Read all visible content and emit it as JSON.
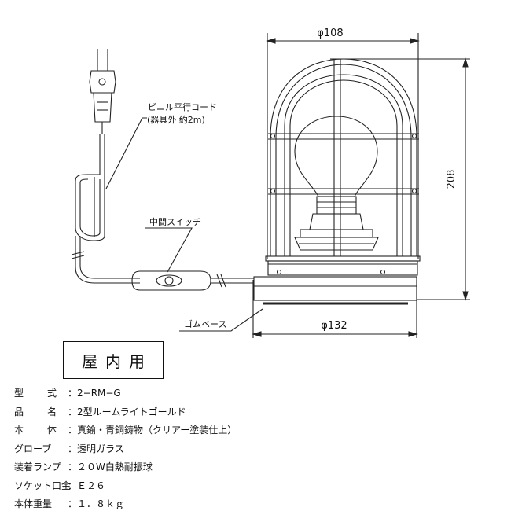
{
  "drawing": {
    "dia_top": "φ108",
    "dia_base": "φ132",
    "height": "208",
    "cord_label_1": "ビニル平行コード",
    "cord_label_2": "(器具外 約2m)",
    "switch_label": "中間スイッチ",
    "base_label": "ゴムベース"
  },
  "usage_label": "屋内用",
  "specs": [
    {
      "key": "型式",
      "value": "2−RM−G"
    },
    {
      "key": "品名",
      "value": "2型ルームライトゴールド"
    },
    {
      "key": "本体",
      "value": "真鍮・青銅鋳物（クリアー塗装仕上）"
    },
    {
      "key": "グローブ",
      "value": "透明ガラス"
    },
    {
      "key": "装着ランプ",
      "value": "２０W白熱耐振球"
    },
    {
      "key": "ソケット口金",
      "value": "Ｅ２６"
    },
    {
      "key": "本体重量",
      "value": "１．８ｋｇ"
    }
  ]
}
